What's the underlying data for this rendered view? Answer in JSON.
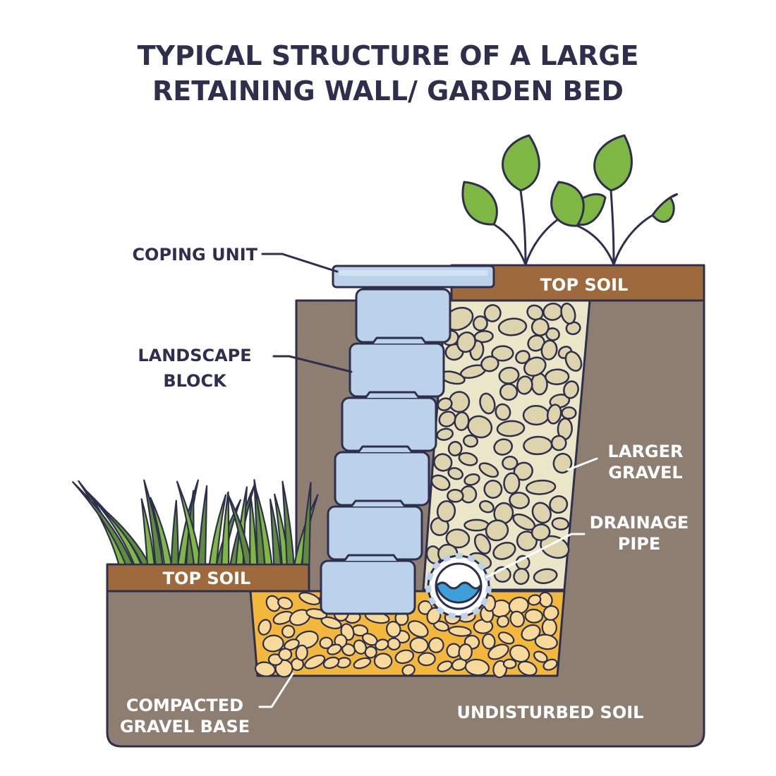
{
  "title": {
    "line1": "TYPICAL STRUCTURE OF A LARGE",
    "line2": "RETAINING WALL/ GARDEN BED"
  },
  "labels": {
    "coping_unit": "COPING UNIT",
    "landscape_block_1": "LANDSCAPE",
    "landscape_block_2": "BLOCK",
    "top_soil_right": "TOP SOIL",
    "top_soil_left": "TOP SOIL",
    "larger_gravel_1": "LARGER",
    "larger_gravel_2": "GRAVEL",
    "drainage_pipe_1": "DRAINAGE",
    "drainage_pipe_2": "PIPE",
    "compacted_gravel_1": "COMPACTED",
    "compacted_gravel_2": "GRAVEL BASE",
    "undisturbed_soil": "UNDISTURBED SOIL"
  },
  "colors": {
    "outline": "#2e2f4d",
    "soil": "#8e7e72",
    "topsoil": "#9e6a3d",
    "gravel_fill": "#ece6c8",
    "stone": "#ddd3ac",
    "base_fill": "#f3b73c",
    "base_stone": "#f7d99a",
    "block": "#bcd1ea",
    "block_light": "#d3e2f3",
    "leaf": "#7fb744",
    "leaf_light": "#a4cf63",
    "grass": "#5f8c3c",
    "water": "#3f9fd8"
  }
}
